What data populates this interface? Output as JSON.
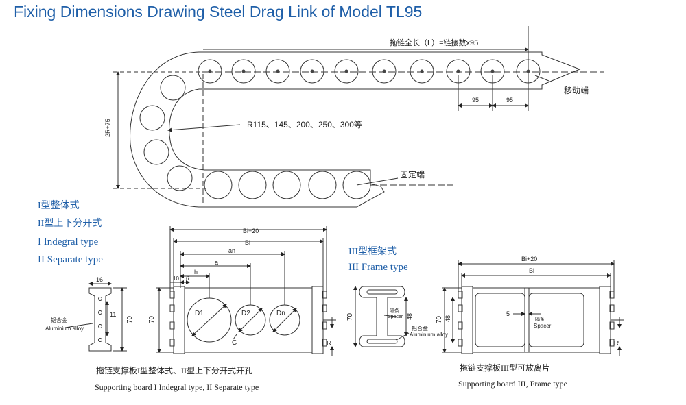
{
  "title": "Fixing Dimensions Drawing Steel Drag Link of Model TL95",
  "top_view": {
    "total_length": "拖链全长（L）=链接数x95",
    "pitch_1": "95",
    "pitch_2": "95",
    "moving_end": "移动端",
    "fixed_end": "固定端",
    "radius_options": "R115、145、200、250、300等",
    "height_label": "2R+75"
  },
  "types": {
    "type1_cn": "I型整体式",
    "type2_cn": "II型上下分开式",
    "type1_en": "I Indegral type",
    "type2_en": "II Separate type",
    "type3_cn": "III型框架式",
    "type3_en": "III Frame type"
  },
  "plate_side": {
    "width": "16",
    "height": "70",
    "inner": "11",
    "material_cn": "铝合金",
    "material_en": "Aluminium alloy"
  },
  "board_1": {
    "bi20": "Bi+20",
    "bi": "Bi",
    "an": "an",
    "a": "a",
    "h": "h",
    "d10": "10",
    "d6": "6",
    "height": "70",
    "d1": "D1",
    "d2": "D2",
    "dn": "Dn",
    "c": "C",
    "r": "R",
    "caption_cn": "拖链支撑板I型整体式、II型上下分开式开孔",
    "caption_en": "Supporting board I Indegral type, II Separate type"
  },
  "plate_frame": {
    "height": "70",
    "inner": "48",
    "spacer_cn": "隔条",
    "spacer_en": "Spacer",
    "material_cn": "铝合金",
    "material_en": "Aluminium alloy"
  },
  "board_3": {
    "bi20": "Bi+20",
    "bi": "Bi",
    "height": "70",
    "inner": "48",
    "five": "5",
    "spacer_cn": "隔条",
    "spacer_en": "Spacer",
    "r": "R",
    "caption_cn": "拖链支撑板III型可放离片",
    "caption_en": "Supporting board III, Frame type"
  }
}
